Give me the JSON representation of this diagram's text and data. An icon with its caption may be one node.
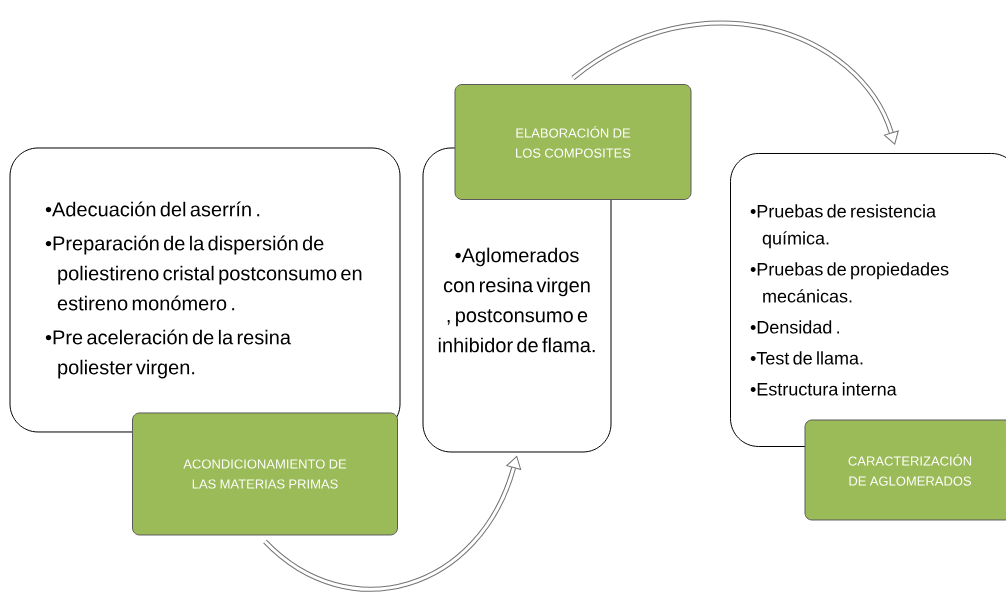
{
  "diagram": {
    "nodes": [
      {
        "text": [
          "•Adecuación del aserrín .",
          "•Preparación de la dispersión de poliestireno cristal postconsumo en estireno monómero .",
          "•Pre aceleración de la resina poliester virgen."
        ]
      },
      {
        "text": [
          "ACONDICIONAMIENTO DE LAS MATERIAS PRIMAS"
        ]
      },
      {
        "text": [
          "•Aglomerados con resina virgen , postconsumo e inhibidor de flama."
        ]
      },
      {
        "text": [
          "ELABORACIÓN DE LOS COMPOSITES"
        ]
      },
      {
        "text": [
          "•Pruebas de resistencia química.",
          "•Pruebas de propiedades mecánicas.",
          "•Densidad .",
          "•Test de llama.",
          "•Estructura interna"
        ]
      },
      {
        "text": [
          "CARACTERIZACIÓN DE AGLOMERADOS"
        ]
      }
    ],
    "edges": [
      {
        "from": 1,
        "to": 2,
        "arrow": "to"
      },
      {
        "from": 3,
        "to": 4,
        "arrow": "to"
      }
    ]
  }
}
